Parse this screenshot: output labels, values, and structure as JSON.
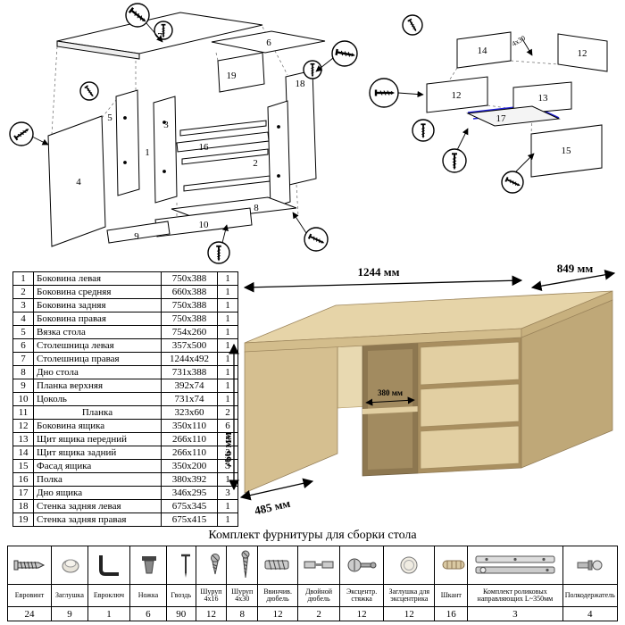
{
  "colors": {
    "wood_light": "#e2cfa2",
    "wood_mid": "#cdb583",
    "wood_dark": "#bfa878",
    "interior_dark": "#8d7750",
    "highlight_blue": "#2323d9"
  },
  "exploded_left": {
    "labels": {
      "p1": "1",
      "p2": "2",
      "p3": "3",
      "p4": "4",
      "p5": "5",
      "p6": "6",
      "p7": "7",
      "p8": "8",
      "p9": "9",
      "p10": "10",
      "p16": "16",
      "p18": "18",
      "p19": "19"
    }
  },
  "exploded_right": {
    "labels": {
      "p12a": "12",
      "p12b": "12",
      "p13": "13",
      "p14": "14",
      "p15": "15",
      "p17": "17"
    },
    "screw_note": "4x30"
  },
  "dims": {
    "width": "1244 мм",
    "depth": "849 мм",
    "height": "766 мм",
    "shelf": "380 мм",
    "front": "485 мм"
  },
  "parts_table": {
    "rows": [
      {
        "num": "1",
        "name": "Боковина левая",
        "size": "750x388",
        "qty": "1"
      },
      {
        "num": "2",
        "name": "Боковина средняя",
        "size": "660x388",
        "qty": "1"
      },
      {
        "num": "3",
        "name": "Боковина задняя",
        "size": "750x388",
        "qty": "1"
      },
      {
        "num": "4",
        "name": "Боковина правая",
        "size": "750x388",
        "qty": "1"
      },
      {
        "num": "5",
        "name": "Вязка стола",
        "size": "754x260",
        "qty": "1"
      },
      {
        "num": "6",
        "name": "Столешница левая",
        "size": "357x500",
        "qty": "1"
      },
      {
        "num": "7",
        "name": "Столешница правая",
        "size": "1244x492",
        "qty": "1"
      },
      {
        "num": "8",
        "name": "Дно стола",
        "size": "731x388",
        "qty": "1"
      },
      {
        "num": "9",
        "name": "Планка верхняя",
        "size": "392x74",
        "qty": "1"
      },
      {
        "num": "10",
        "name": "Цоколь",
        "size": "731x74",
        "qty": "1"
      },
      {
        "num": "11",
        "name": "Планка",
        "size": "323x60",
        "qty": "2",
        "center": true
      },
      {
        "num": "12",
        "name": "Боковина ящика",
        "size": "350x110",
        "qty": "6"
      },
      {
        "num": "13",
        "name": "Щит ящика передний",
        "size": "266x110",
        "qty": "3"
      },
      {
        "num": "14",
        "name": "Щит ящика задний",
        "size": "266x110",
        "qty": "3"
      },
      {
        "num": "15",
        "name": "Фасад ящика",
        "size": "350x200",
        "qty": "3"
      },
      {
        "num": "16",
        "name": "Полка",
        "size": "380x392",
        "qty": "1"
      },
      {
        "num": "17",
        "name": "Дно ящика",
        "size": "346x295",
        "qty": "3"
      },
      {
        "num": "18",
        "name": "Стенка задняя левая",
        "size": "675x345",
        "qty": "1"
      },
      {
        "num": "19",
        "name": "Стенка задняя правая",
        "size": "675x415",
        "qty": "1"
      }
    ]
  },
  "hardware": {
    "title": "Комплект фурнитуры для сборки стола",
    "items": [
      {
        "name": "Евровинт",
        "qty": "24",
        "icon": "confirmat-screw-icon"
      },
      {
        "name": "Заглушка",
        "qty": "9",
        "icon": "cap-icon"
      },
      {
        "name": "Евроключ",
        "qty": "1",
        "icon": "hex-key-icon"
      },
      {
        "name": "Ножка",
        "qty": "6",
        "icon": "foot-icon"
      },
      {
        "name": "Гвоздь",
        "qty": "90",
        "icon": "nail-icon"
      },
      {
        "name": "Шуруп 4x16",
        "qty": "12",
        "icon": "screw-4x16-icon"
      },
      {
        "name": "Шуруп 4x30",
        "qty": "8",
        "icon": "screw-4x30-icon"
      },
      {
        "name": "Ввинчив. дюбель",
        "qty": "12",
        "icon": "screw-in-dowel-icon"
      },
      {
        "name": "Двойной дюбель",
        "qty": "2",
        "icon": "double-dowel-icon"
      },
      {
        "name": "Эксцентр. стяжка",
        "qty": "12",
        "icon": "cam-bolt-icon"
      },
      {
        "name": "Заглушка для эксцентрика",
        "qty": "12",
        "icon": "cam-cap-icon"
      },
      {
        "name": "Шкант",
        "qty": "16",
        "icon": "wood-dowel-icon"
      },
      {
        "name": "Комплект роликовых направляющих L~350мм",
        "qty": "3",
        "icon": "drawer-slides-icon"
      },
      {
        "name": "Полкодержатель",
        "qty": "4",
        "icon": "shelf-pin-icon"
      }
    ]
  }
}
